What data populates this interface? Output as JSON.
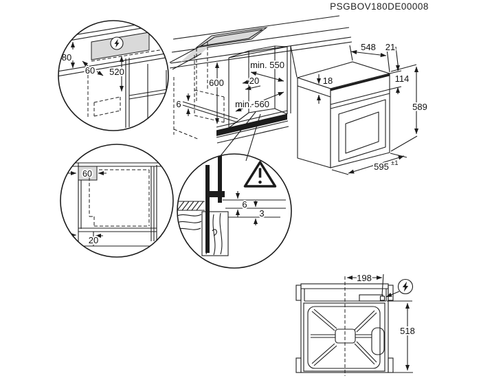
{
  "document_number": "PSGBOV180DE00008",
  "colors": {
    "line": "#1c1c1c",
    "shade": "#d9d9d9",
    "background": "#ffffff"
  },
  "main_view": {
    "niche_depth": "min. 550",
    "niche_height": "600",
    "top_rear_gap": "20",
    "support_rail_gap": "6",
    "niche_width": "min. 560"
  },
  "oven_view": {
    "depth": "548",
    "rear_clearance": "21",
    "top_clearance": "18",
    "control_panel_height": "114",
    "height": "589",
    "width": "595",
    "width_tolerance": "±1"
  },
  "power_detail": {
    "clearance_height": "80",
    "side_offset": "60",
    "socket_height": "520",
    "icon": "lightning-bolt"
  },
  "side_detail": {
    "top_offset": "60",
    "plinth_depth": "20"
  },
  "clearance_detail": {
    "upper_gap": "6",
    "lower_gap": "3",
    "icon": "warning-triangle"
  },
  "rear_view": {
    "connection_offset": "198",
    "back_height": "518",
    "icon": "lightning-bolt"
  }
}
